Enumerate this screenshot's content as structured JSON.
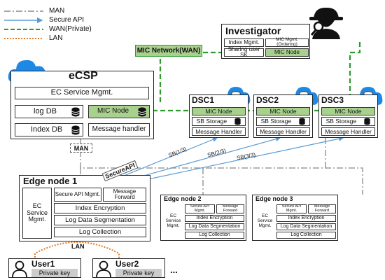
{
  "colors": {
    "green": "#a9d18e",
    "blue": "#5b9bd5",
    "wan": "#2e9a2e",
    "lan": "#e07b2a",
    "cloud": "#1e88e5",
    "gray": "#888888"
  },
  "legend": [
    {
      "label": "MAN",
      "style": "dash-dot-gray"
    },
    {
      "label": "Secure API",
      "style": "arrow-blue"
    },
    {
      "label": "WAN(Private)",
      "style": "dashed-green"
    },
    {
      "label": "LAN",
      "style": "dotted-orange"
    }
  ],
  "wan_label": "MIC Network(WAN)",
  "investigator": {
    "title": "Investigator",
    "index_mgmt": "Index Mgmt.",
    "mic_mgmt": "MIC Mgmt.(Ordering)",
    "sharing": "Sharing user SK",
    "mic_node": "MIC Node",
    "icon": "detective-icon"
  },
  "ecsp": {
    "title": "eCSP",
    "service": "EC Service Mgmt.",
    "log_db": "log DB",
    "index_db": "Index DB",
    "mic_node": "MIC Node",
    "msg": "Message handler"
  },
  "dscs": [
    {
      "title": "DSC1",
      "mic": "MIC Node",
      "sb": "SB Storage",
      "msg": "Message Handler"
    },
    {
      "title": "DSC2",
      "mic": "MIC Node",
      "sb": "SB Storage",
      "msg": "Message Handler"
    },
    {
      "title": "DSC3",
      "mic": "MIC Node",
      "sb": "SB Storage",
      "msg": "Message Handler"
    }
  ],
  "man_label": "MAN",
  "secure_api_label": "SecureAPI",
  "sb_labels": [
    "SB(1/3)",
    "SB(2/3)",
    "SB(3/3)"
  ],
  "edge1": {
    "title": "Edge node 1",
    "service": "EC Service Mgmt.",
    "api": "Secure API Mgmt.",
    "fwd": "Message Forward",
    "enc": "Index Encryption",
    "seg": "Log Data Segmentation",
    "col": "Log Collection"
  },
  "edge2": {
    "title": "Edge node 2",
    "service": "EC Service Mgmt.",
    "api": "Secure API Mgmt.",
    "fwd": "Message Forward",
    "enc": "Index Encryption",
    "seg": "Log Data Segmentation",
    "col": "Log Collection"
  },
  "edge3": {
    "title": "Edge node 3",
    "service": "EC Service Mgmt.",
    "api": "Secure API Mgmt.",
    "fwd": "Message Forward",
    "enc": "Index Encryption",
    "seg": "Log Data Segmentation",
    "col": "Log Collection"
  },
  "lan_label": "LAN",
  "users": [
    {
      "name": "User1",
      "key": "Private key"
    },
    {
      "name": "User2",
      "key": "Private key"
    }
  ],
  "ellipsis": "..."
}
